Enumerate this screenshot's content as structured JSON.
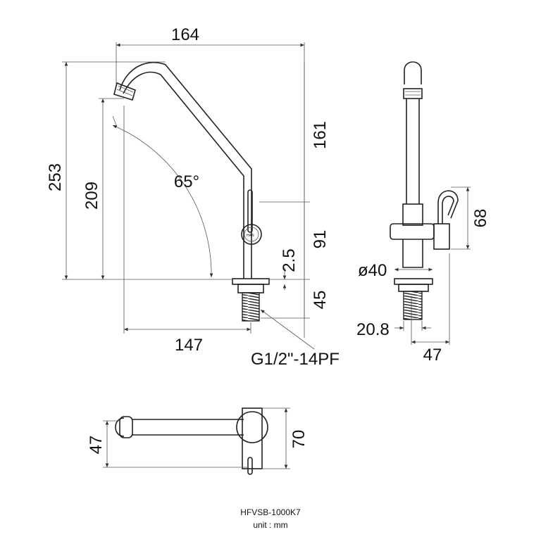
{
  "side_view": {
    "dim_width": "164",
    "dim_height_total": "253",
    "dim_spout_height": "209",
    "dim_upper": "161",
    "dim_body": "91",
    "dim_offset": "2.5",
    "dim_thread_length": "45",
    "dim_reach": "147",
    "dim_angle": "65°",
    "thread_label": "G1/2\"-14PF"
  },
  "front_view": {
    "dim_handle_height": "68",
    "dim_base_diameter": "ø40",
    "dim_thread_diameter": "20.8",
    "dim_width": "47"
  },
  "top_view": {
    "dim_width": "47",
    "dim_depth": "70"
  },
  "caption": {
    "model": "HFVSB-1000K7",
    "unit": "unit : mm"
  }
}
